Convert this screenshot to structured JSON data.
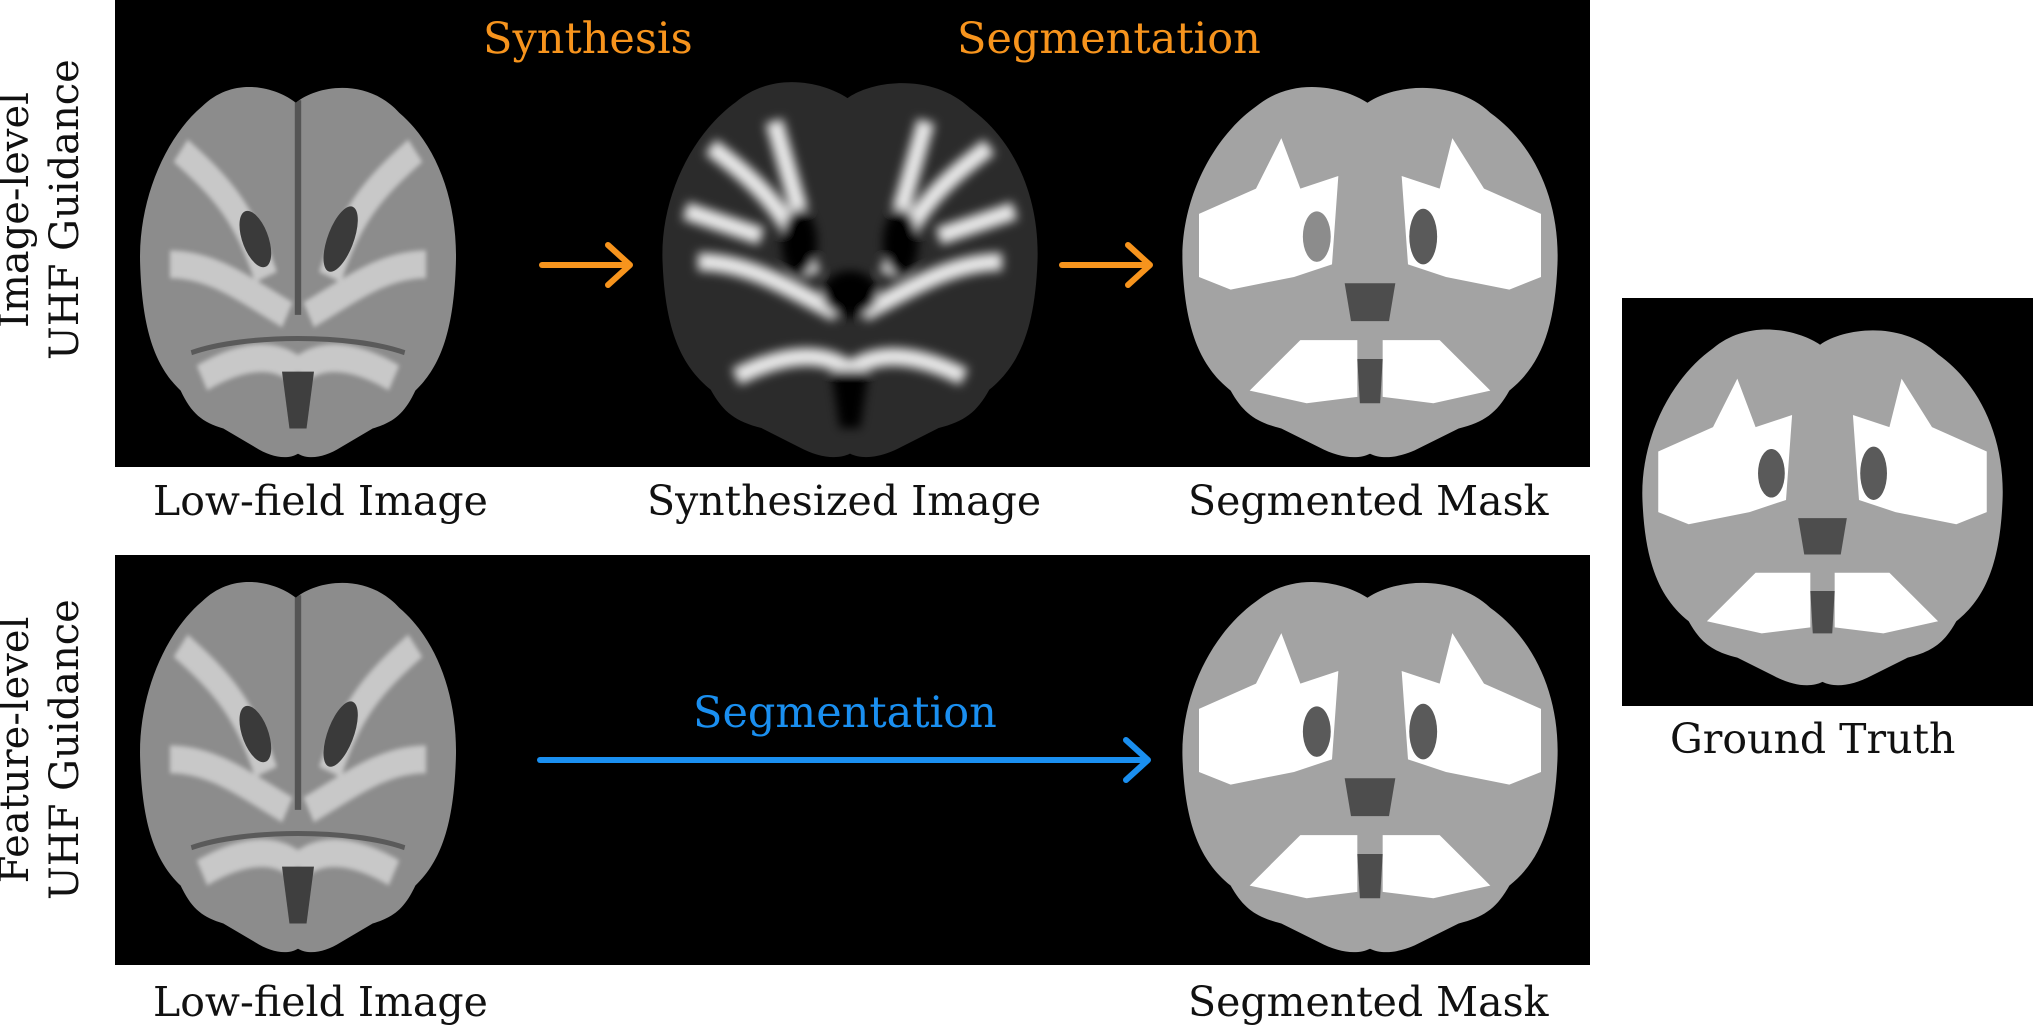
{
  "rows": {
    "image_level": {
      "side_label_line1": "Image-level",
      "side_label_line2": "UHF Guidance",
      "step1": "Synthesis",
      "step2": "Segmentation",
      "captions": [
        "Low-field Image",
        "Synthesized Image",
        "Segmented Mask"
      ]
    },
    "feature_level": {
      "side_label_line1": "Feature-level",
      "side_label_line2": "UHF Guidance",
      "step1": "Segmentation",
      "captions": [
        "Low-field Image",
        "Segmented Mask"
      ]
    }
  },
  "ground_truth": {
    "caption": "Ground Truth"
  },
  "colors": {
    "orange": "#f7941d",
    "blue": "#1a8ff0",
    "panel": "#000000"
  }
}
